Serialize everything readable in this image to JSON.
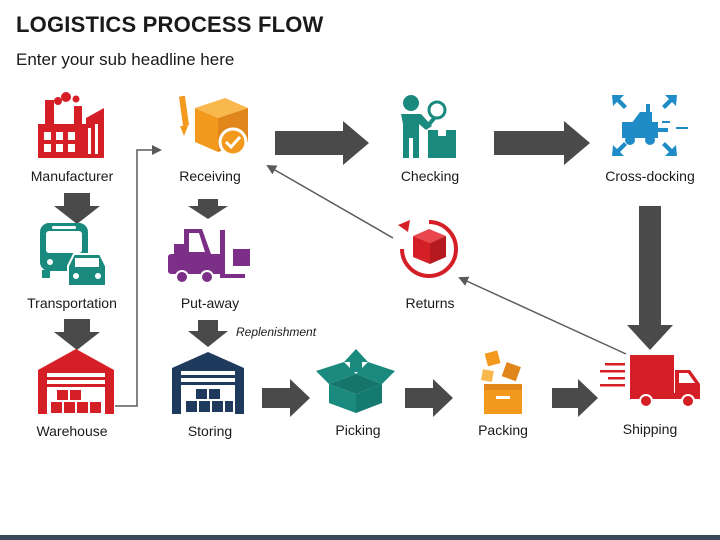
{
  "header": {
    "title": "LOGISTICS PROCESS FLOW",
    "subtitle": "Enter your sub headline here"
  },
  "steps": {
    "manufacturer": "Manufacturer",
    "transportation": "Transportation",
    "warehouse": "Warehouse",
    "receiving": "Receiving",
    "putaway": "Put-away",
    "storing": "Storing",
    "checking": "Checking",
    "crossdocking": "Cross-docking",
    "returns": "Returns",
    "picking": "Picking",
    "packing": "Packing",
    "shipping": "Shipping"
  },
  "annotations": {
    "replenishment": "Replenishment"
  },
  "icons": {
    "manufacturer": "factory-icon",
    "transportation": "bus-car-icon",
    "warehouse": "warehouse-icon",
    "receiving": "box-check-icon",
    "putaway": "forklift-icon",
    "storing": "storage-icon",
    "checking": "inspector-icon",
    "crossdocking": "forklift-arrows-icon",
    "returns": "return-box-icon",
    "picking": "open-box-icon",
    "packing": "packing-boxes-icon",
    "shipping": "truck-icon"
  },
  "colors": {
    "red": "#d51f26",
    "teal": "#1b8a7e",
    "orange": "#f39a1e",
    "purple": "#7b2f86",
    "navy": "#1e3a5c",
    "blue": "#1f8cc8",
    "arrow": "#4a4a4a"
  }
}
